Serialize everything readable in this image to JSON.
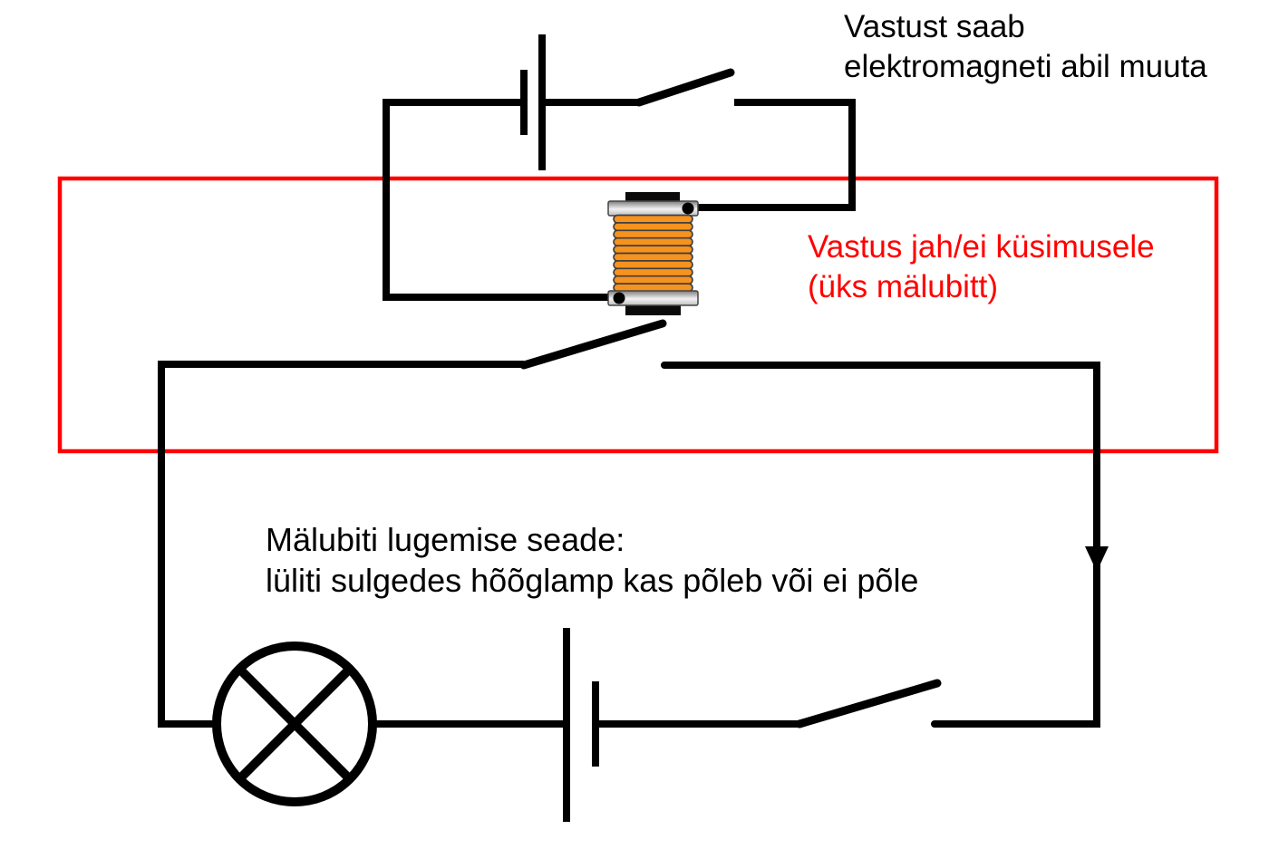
{
  "page": {
    "background": "#ffffff"
  },
  "colors": {
    "wire_black": "#000000",
    "highlight_red": "#ff0000",
    "coil_winding_orange": "#f6921e",
    "coil_winding_outline": "#3f3f3f",
    "coil_cap_dark": "#7d7d7d",
    "coil_cap_light": "#f2f2f2",
    "coil_core_black": "#0a0a0a",
    "text_black": "#000000"
  },
  "annotations": {
    "write_note": {
      "line1": "Vastust saab",
      "line2": "elektromagneti abil muuta"
    },
    "memory_note": {
      "line1": "Vastus jah/ei küsimusele",
      "line2": "(üks mälubitt)"
    },
    "read_note": {
      "line1": "Mälubiti lugemise seade:",
      "line2": "lüliti sulgedes hõõglamp kas põleb või ei põle"
    }
  }
}
